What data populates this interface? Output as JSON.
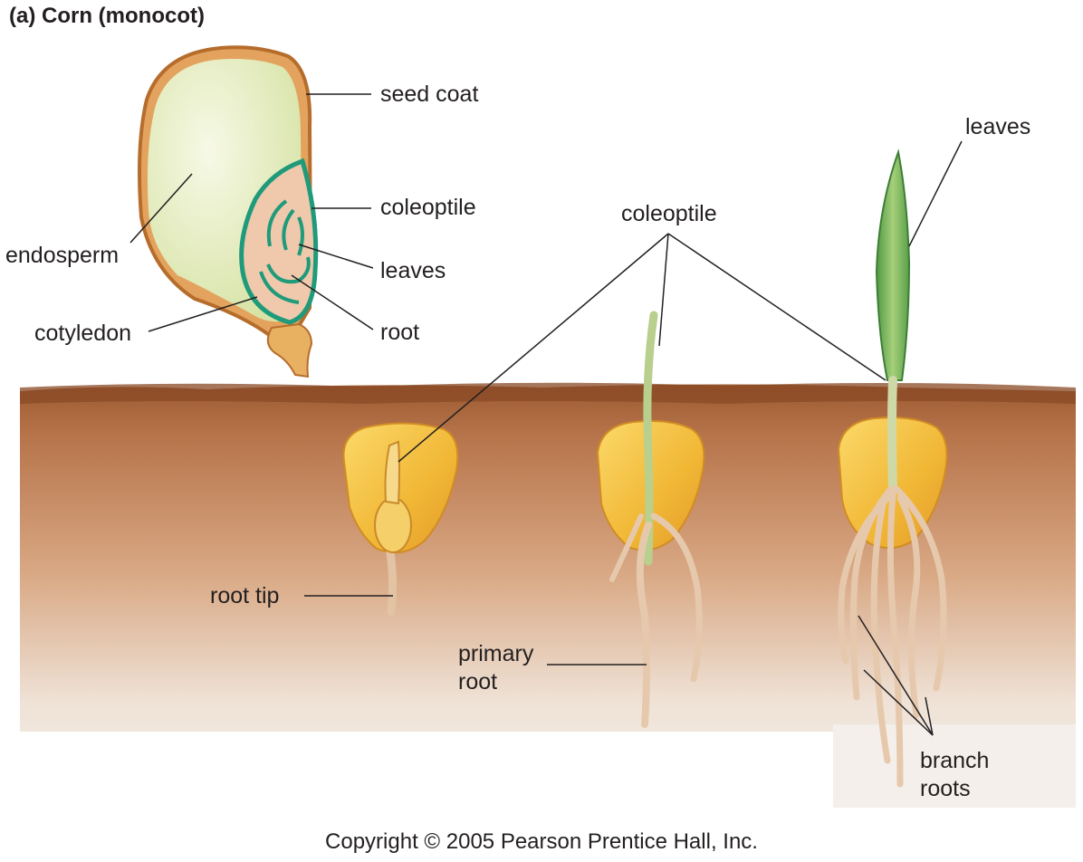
{
  "figure": {
    "title": "(a)  Corn (monocot)",
    "copyright": "Copyright © 2005 Pearson Prentice Hall, Inc."
  },
  "labels": {
    "seed_coat": "seed coat",
    "coleoptile_seed": "coleoptile",
    "endosperm": "endosperm",
    "leaves_seed": "leaves",
    "cotyledon": "cotyledon",
    "root_seed": "root",
    "coleoptile_seedlings": "coleoptile",
    "leaves_seedling": "leaves",
    "root_tip": "root tip",
    "primary_root_line1": "primary",
    "primary_root_line2": "root",
    "branch_roots_line1": "branch",
    "branch_roots_line2": "roots"
  },
  "colors": {
    "soil_top": "#a9683c",
    "soil_bottom": "#f3ece4",
    "seed_coat": "#d9924a",
    "endosperm": "#e8efbf",
    "embryo": "#f0c9ac",
    "embryo_outline": "#1f9a7a",
    "kernel": "#f3bd3e",
    "root": "#ecd2b8",
    "leaf": "#7fb55a"
  }
}
